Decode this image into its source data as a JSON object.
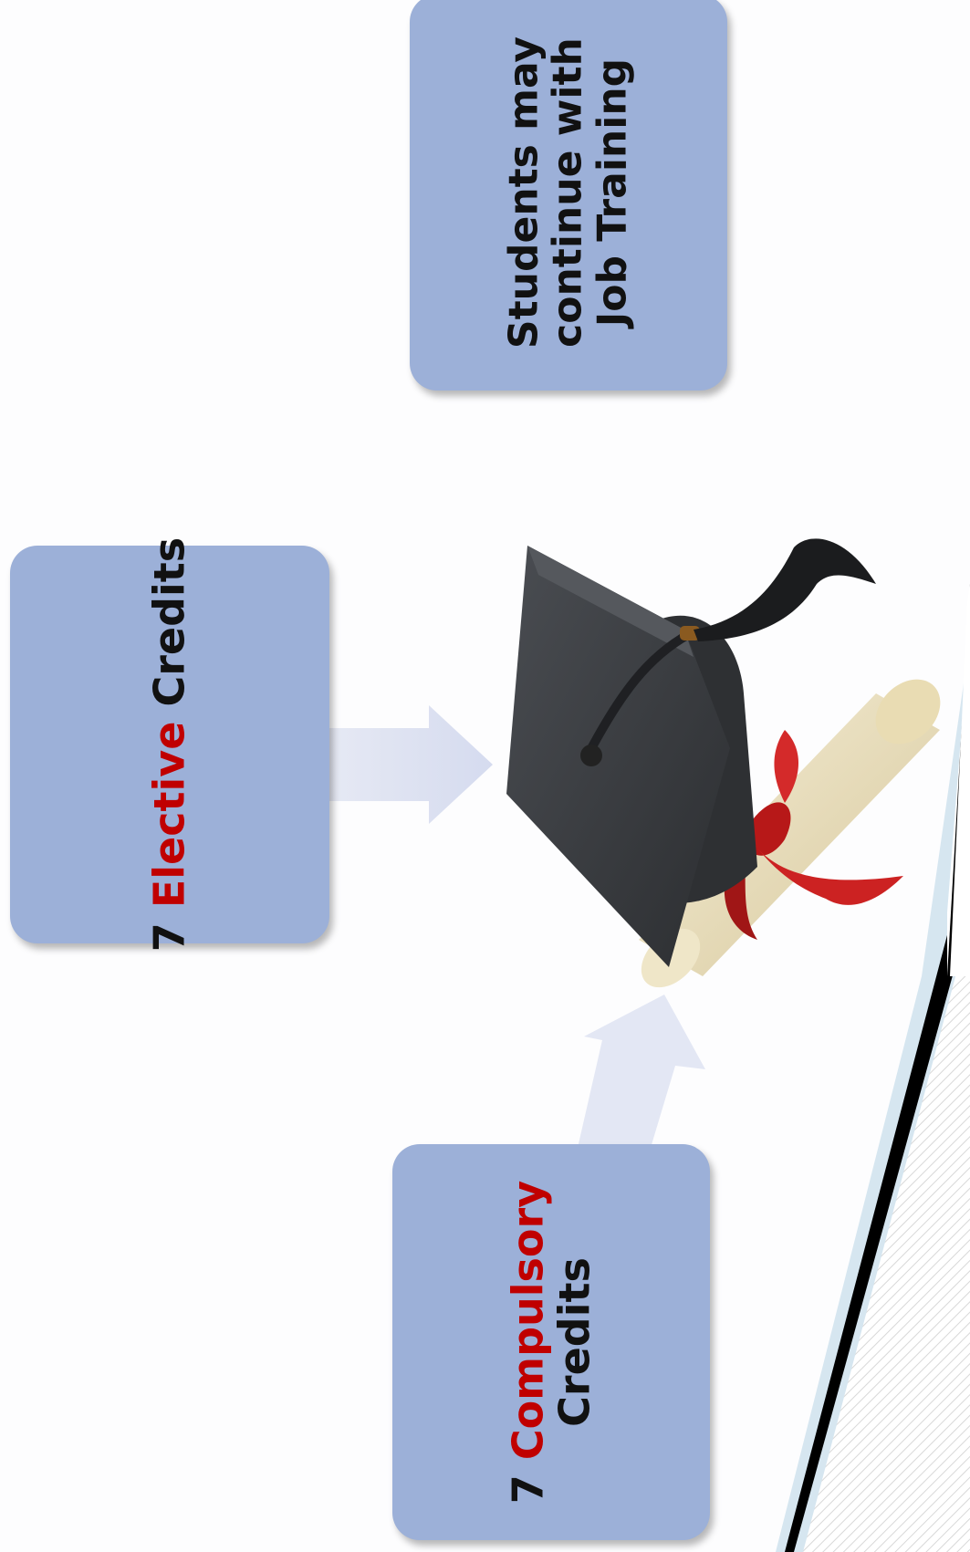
{
  "boxes": {
    "job_training": {
      "line1": "Students may",
      "line2": "continue with",
      "line3": "Job Training"
    },
    "elective": {
      "count": "7 ",
      "highlight": "Elective",
      "rest": " Credits"
    },
    "compulsory": {
      "count": "7 ",
      "highlight": "Compulsory",
      "rest": "Credits"
    }
  },
  "colors": {
    "box_fill": "#9cb0d8",
    "highlight": "#c00000",
    "arrow_fill": "#dfe4f4",
    "corner_black": "#000000",
    "corner_light_blue": "#d6e6f0"
  },
  "icons": {
    "center_graphic": "graduation-cap-with-diploma",
    "arrow_right": "arrow-right-icon",
    "arrow_up": "arrow-up-icon"
  }
}
